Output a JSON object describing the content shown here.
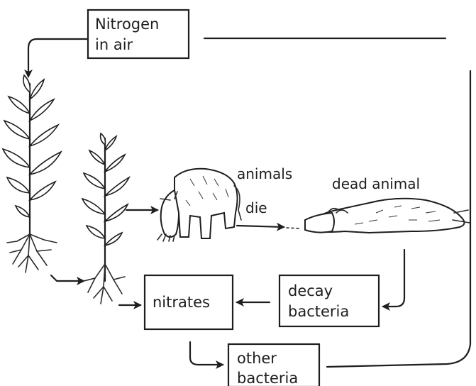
{
  "boxes": {
    "nitrogen_air": [
      "Nitrogen",
      "in air"
    ],
    "nitrates": "nitrates",
    "decay_bacteria": [
      "decay",
      "bacteria"
    ],
    "other_bacteria": [
      "other",
      "bacteria"
    ]
  },
  "labels": {
    "animals": "animals",
    "die": "die",
    "dead_animal": "dead animal"
  },
  "icons": [
    "large-plant-icon",
    "small-plant-icon",
    "cow-icon",
    "dead-animal-icon"
  ],
  "colors": {
    "ink": "#1e1e1e",
    "paper": "#ffffff"
  }
}
